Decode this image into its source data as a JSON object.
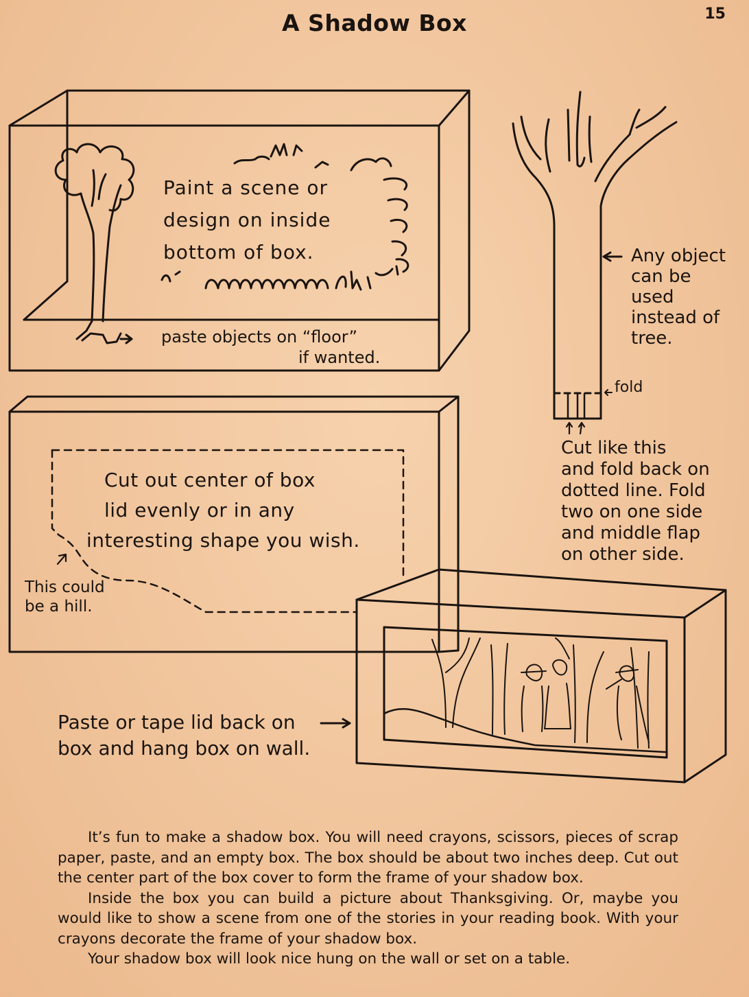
{
  "page": {
    "title": "A Shadow Box",
    "page_number": "15"
  },
  "box_diagram": {
    "instruction_lines": [
      "Paint a scene or",
      "design on inside",
      "bottom of box."
    ],
    "floor_note_lines": [
      "paste objects on “floor”",
      "if wanted."
    ]
  },
  "tree_diagram": {
    "object_note_lines": [
      "Any object",
      "can be",
      "used",
      "instead of",
      "tree."
    ],
    "fold_label": "fold",
    "cut_note_lines": [
      "Cut like this",
      "and fold back on",
      "dotted line. Fold",
      "two on one side",
      "and middle flap",
      "on other side."
    ]
  },
  "lid_diagram": {
    "instruction_lines": [
      "Cut out center of box",
      "lid evenly or in any",
      "interesting shape you wish."
    ],
    "hill_note_lines": [
      "This could",
      "be a hill."
    ]
  },
  "finished_box": {
    "note_lines": [
      "Paste or tape lid back on",
      "box and hang box on wall."
    ]
  },
  "body": {
    "paragraphs": [
      "It’s fun to make a shadow box. You will need crayons, scissors, pieces of scrap paper, paste, and an empty box. The box should be about two inches deep. Cut out the center part of the box cover to form the frame of your shadow box.",
      "Inside the box you can build a picture about Thanksgiving. Or, maybe you would like to show a scene from one of the stories in your reading book. With your crayons decorate the frame of your shadow box.",
      "Your shadow box will look nice hung on the wall or set on a table."
    ]
  }
}
